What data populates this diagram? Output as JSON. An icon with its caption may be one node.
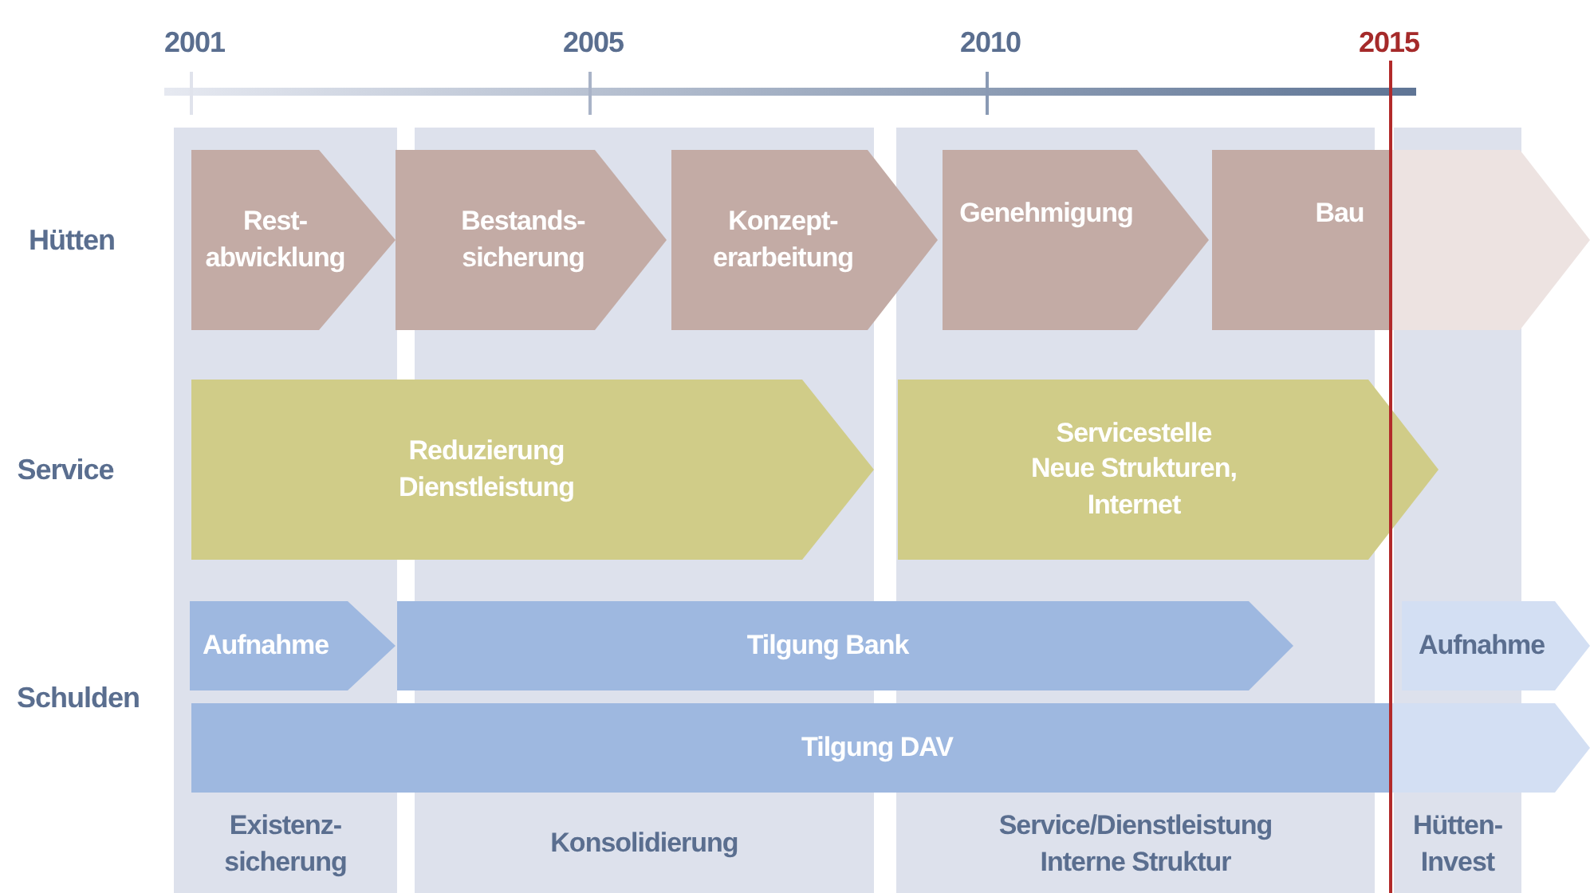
{
  "diagram": {
    "nodes": [
      {
        "text": [
          "Existenz- sicherung"
        ]
      },
      {
        "text": [
          "Konsolidierung"
        ]
      },
      {
        "text": [
          "Service/Dienstleistung Interne Struktur"
        ]
      },
      {
        "text": [
          "Hütten- Invest"
        ]
      },
      {
        "text": [
          "Rest- abwicklung"
        ]
      },
      {
        "text": [
          "Bestands- sicherung"
        ]
      },
      {
        "text": [
          "Konzept- erarbeitung"
        ]
      },
      {
        "text": [
          "Genehmigung"
        ]
      },
      {
        "text": [
          "Bau"
        ]
      },
      {
        "text": [
          "Reduzierung Dienstleistung"
        ]
      },
      {
        "text": [
          "Servicestelle Neue Strukturen, Internet"
        ]
      },
      {
        "text": [
          "Aufnahme"
        ]
      },
      {
        "text": [
          "Tilgung Bank"
        ]
      },
      {
        "text": [
          "Aufnahme"
        ]
      },
      {
        "text": [
          "Tilgung DAV"
        ]
      }
    ],
    "labels": [
      "2001",
      "2005",
      "2010",
      "2015",
      "Hütten",
      "Service",
      "Schulden"
    ]
  }
}
